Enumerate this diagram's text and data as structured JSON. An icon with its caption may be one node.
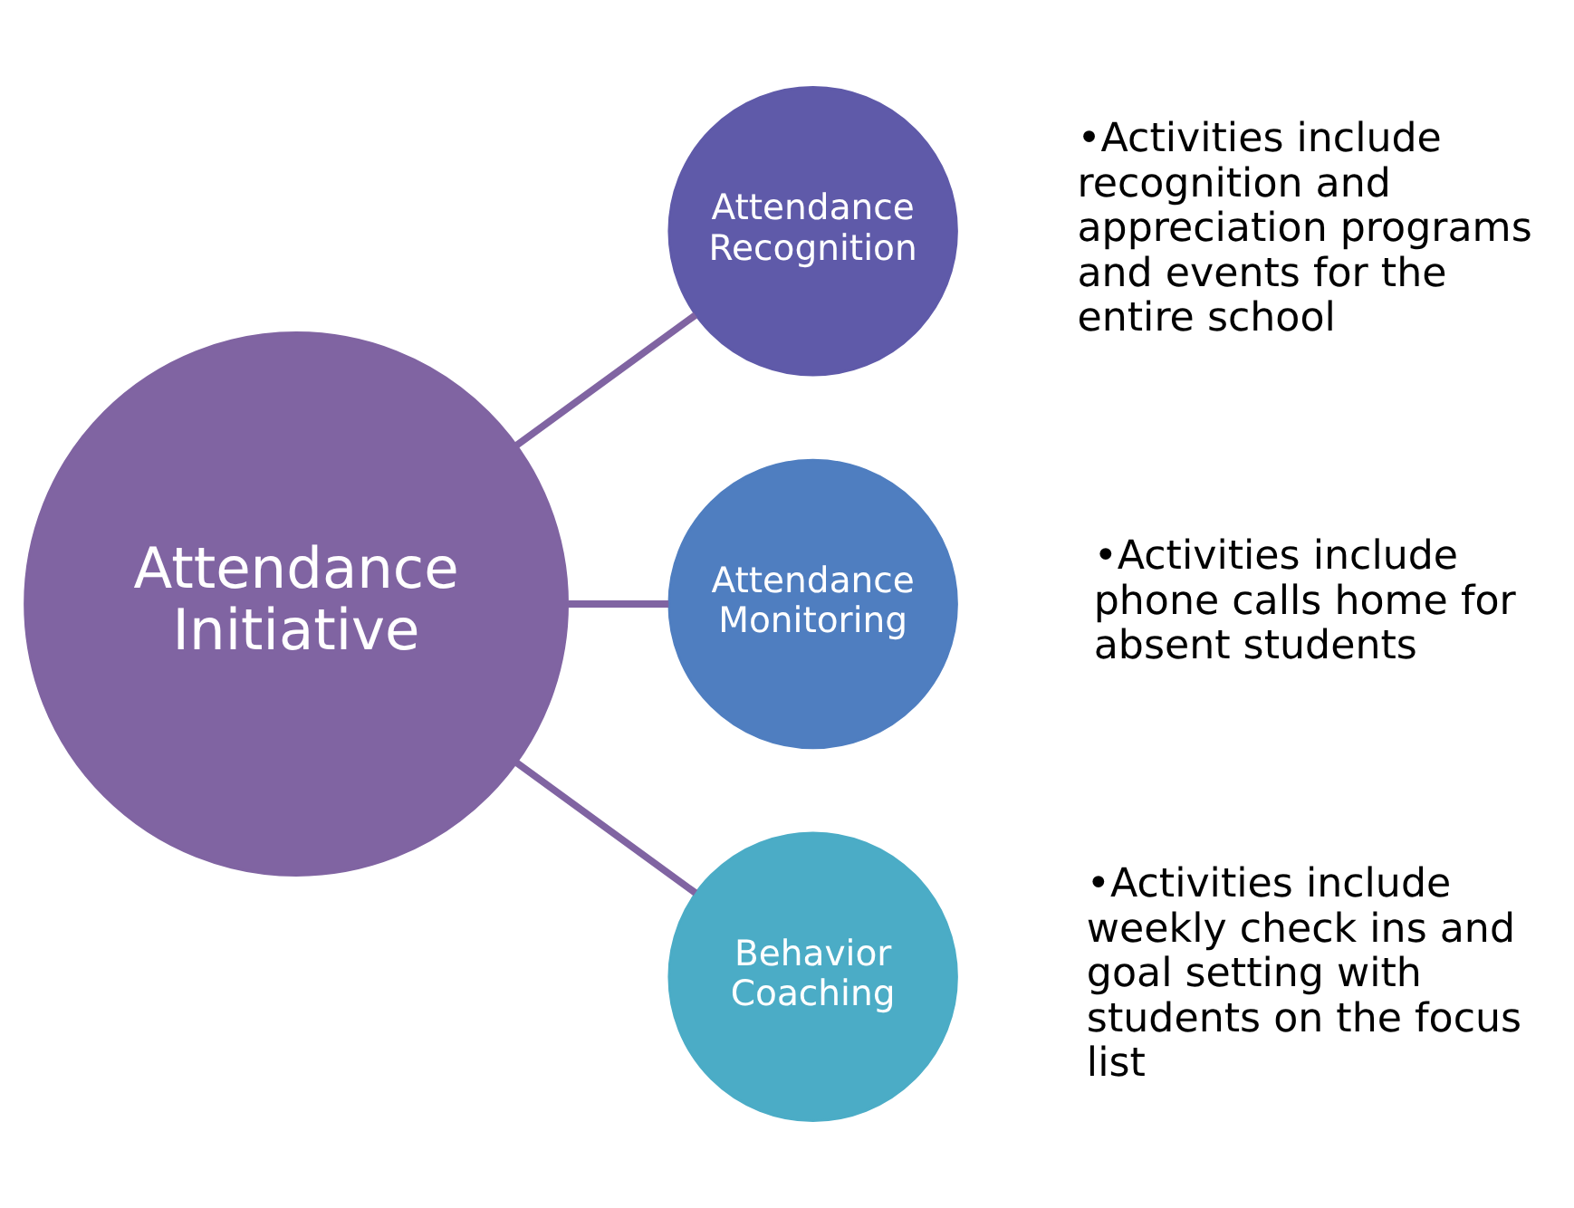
{
  "diagram": {
    "nodes": [
      {
        "text": [
          "Attendance Initiative"
        ]
      },
      {
        "text": [
          "Attendance Recognition"
        ],
        "beside": [
          "•Activities include recognition and appreciation programs and events for the entire school"
        ]
      },
      {
        "text": [
          "Attendance Monitoring"
        ],
        "beside": [
          "•Activities include phone calls home for absent students"
        ]
      },
      {
        "text": [
          "Behavior Coaching"
        ],
        "beside": [
          "•Activities include weekly check ins and goal setting with students on the focus list"
        ]
      }
    ],
    "edges": [
      {
        "from": 0,
        "to": 1,
        "arrow": "none"
      },
      {
        "from": 0,
        "to": 2,
        "arrow": "none"
      },
      {
        "from": 0,
        "to": 3,
        "arrow": "none"
      }
    ]
  }
}
